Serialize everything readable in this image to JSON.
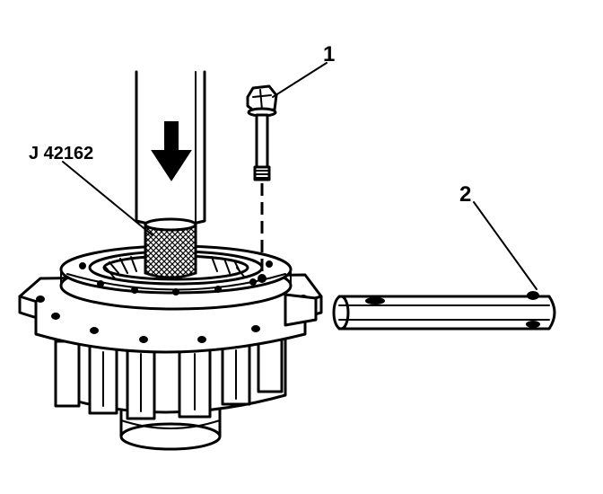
{
  "callouts": {
    "tool_label": "J 42162",
    "bolt_number": "1",
    "pin_number": "2"
  },
  "colors": {
    "ink": "#000000",
    "paper": "#ffffff"
  }
}
